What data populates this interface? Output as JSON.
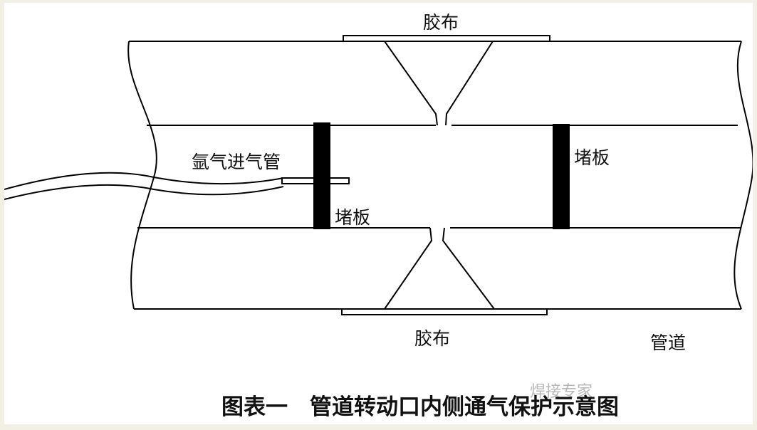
{
  "labels": {
    "tape_top": "胶布",
    "tape_bottom": "胶布",
    "argon_inlet_pipe": "氩气进气管",
    "plug_left": "堵板",
    "plug_right": "堵板",
    "pipe": "管道"
  },
  "caption": "图表一　管道转动口内侧通气保护示意图",
  "watermark": "焊接专家"
}
